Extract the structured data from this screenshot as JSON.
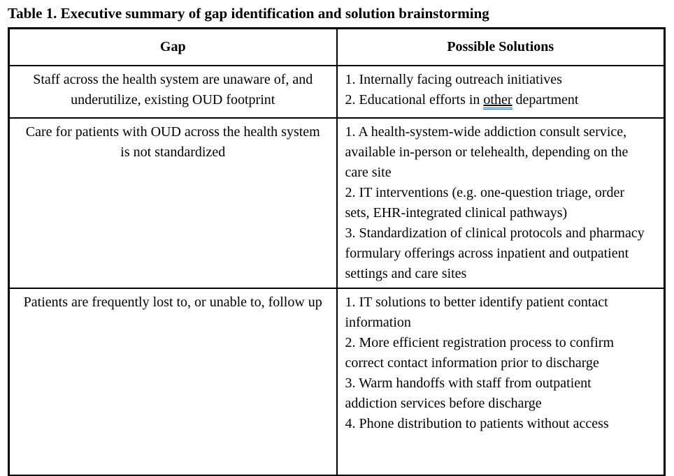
{
  "title": "Table 1. Executive summary of gap identification and solution brainstorming",
  "colors": {
    "text": "#000000",
    "table_border": "#000000",
    "background": "#ffffff",
    "grammar_underline_blue": "#3366cc"
  },
  "table": {
    "headers": {
      "gap": "Gap",
      "solutions": "Possible Solutions"
    },
    "rows": [
      {
        "gap": "Staff across the health system are unaware of, and underutilize, existing OUD footprint",
        "solutions": [
          "1. Internally facing outreach initiatives"
        ],
        "solution_with_underline": {
          "before": "2. Educational efforts in ",
          "underlined_word": "other",
          "after": " department"
        }
      },
      {
        "gap": "Care for patients with OUD across the health system is not standardized",
        "solutions": [
          "1. A health-system-wide addiction consult service, available in-person or telehealth, depending on the care site",
          "2. IT interventions (e.g. one-question triage, order sets, EHR-integrated clinical pathways)",
          "3. Standardization of clinical protocols and pharmacy formulary offerings across inpatient and outpatient settings and care sites"
        ]
      },
      {
        "gap": "Patients are frequently lost to, or unable to, follow up",
        "solutions": [
          "1. IT solutions to better identify patient contact information",
          "2. More efficient registration process to confirm correct contact information prior to discharge",
          "3. Warm handoffs with staff from outpatient addiction services before discharge",
          "4. Phone distribution to patients without access"
        ]
      }
    ]
  }
}
